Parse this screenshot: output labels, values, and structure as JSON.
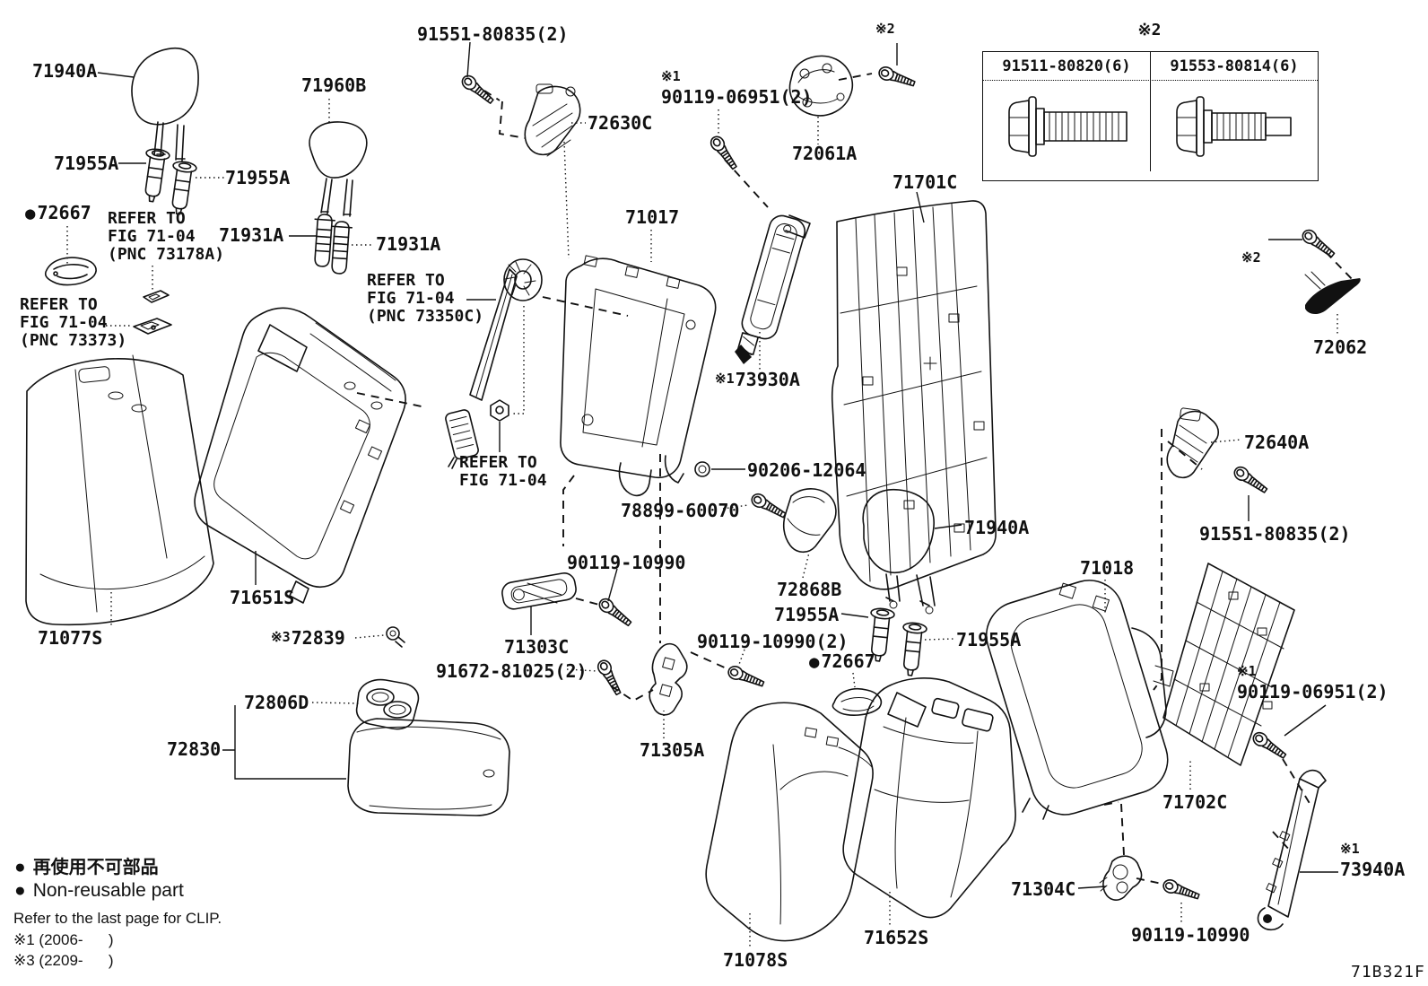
{
  "figure": {
    "code": "71B321F"
  },
  "table": {
    "title": "※2",
    "col1": "91511-80820(6)",
    "col2": "91553-80814(6)"
  },
  "legend": {
    "bullet": "●",
    "jp": "再使用不可部品",
    "en": "Non-reusable part",
    "clip": "Refer to the last page for CLIP.",
    "n1": "※1 (2006-      )",
    "n3": "※3 (2209-      )"
  },
  "labels": {
    "headrest_left": "71940A",
    "headrest_small": "71960B",
    "guide_tl": "71955A",
    "guide_tr": "71955A",
    "cap_left": "72667",
    "refer_73178a": "REFER TO\nFIG 71-04\n(PNC 73178A)",
    "plug_left": "71931A",
    "plug_right": "71931A",
    "refer_73373": "REFER TO\nFIG 71-04\n(PNC 73373)",
    "bolt_91551_top": "91551-80835(2)",
    "latch_72630c": "72630C",
    "note1_top": "※1",
    "bolt_06951_top": "90119-06951(2)",
    "bracket_72061a": "72061A",
    "note2_top": "※2",
    "frame_71017": "71017",
    "panel_71701c": "71701C",
    "refer_73350c": "REFER TO\nFIG 71-04\n(PNC 73350C)",
    "note1_airbag": "※1",
    "airbag_73930a": "73930A",
    "refer_7104": "REFER TO\nFIG 71-04",
    "ring_90206": "90206-12064",
    "bolt_78899": "78899-60070",
    "note2_right": "※2",
    "hook_72062": "72062",
    "latch_72640a": "72640A",
    "bolt_91551_right": "91551-80835(2)",
    "cover_71651s": "71651S",
    "cushion_71077s": "71077S",
    "note3_screw": "※3",
    "screw_72839": "72839",
    "cupholder_72806d": "72806D",
    "armrest_72830": "72830",
    "bolt_10990_a": "90119-10990",
    "striker_71303c": "71303C",
    "bolt_91672": "91672-81025(2)",
    "bolt_10990_2": "90119-10990(2)",
    "bracket_71305a": "71305A",
    "shield_72868b": "72868B",
    "guide_ml": "71955A",
    "cap_right": "72667",
    "guide_mr": "71955A",
    "headrest_right": "71940A",
    "frame_71018": "71018",
    "note1_right": "※1",
    "bolt_06951_right": "90119-06951(2)",
    "panel_71702c": "71702C",
    "hinge_71304c": "71304C",
    "bolt_10990_b": "90119-10990",
    "note1_73940a": "※1",
    "panel_73940a": "73940A",
    "cover_71652s": "71652S",
    "cushion_71078s": "71078S"
  }
}
